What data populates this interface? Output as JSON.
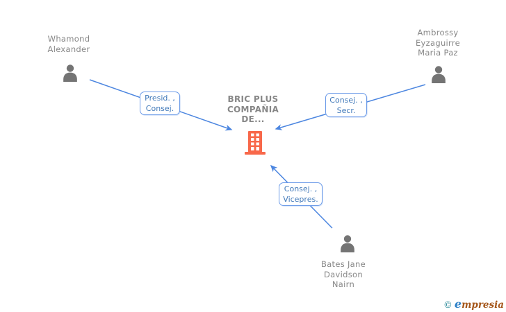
{
  "diagram": {
    "company": {
      "name_lines": [
        "BRIC PLUS",
        "COMPAÑIA",
        "DE..."
      ]
    },
    "people": [
      {
        "name_lines": [
          "Whamond",
          "Alexander"
        ]
      },
      {
        "name_lines": [
          "Ambrossy",
          "Eyzaguirre",
          "Maria Paz"
        ]
      },
      {
        "name_lines": [
          "Bates Jane",
          "Davidson",
          "Nairn"
        ]
      }
    ],
    "relations": [
      {
        "label_lines": [
          "Presid. ,",
          "Consej."
        ]
      },
      {
        "label_lines": [
          "Consej. ,",
          "Secr."
        ]
      },
      {
        "label_lines": [
          "Consej. ,",
          "Vicepres."
        ]
      }
    ],
    "colors": {
      "arrow": "#4C86E0",
      "box_border": "#6C9BE8",
      "box_text": "#4179B9",
      "gray_text": "#878787",
      "person": "#747474",
      "building": "#F8684A",
      "logo_teal": "#2E8B9A",
      "logo_blue": "#2B7FC7",
      "logo_brown": "#A5571B"
    }
  },
  "footer": {
    "copyright_symbol": "©",
    "brand_first_letter": "e",
    "brand_rest": "mpresia"
  }
}
